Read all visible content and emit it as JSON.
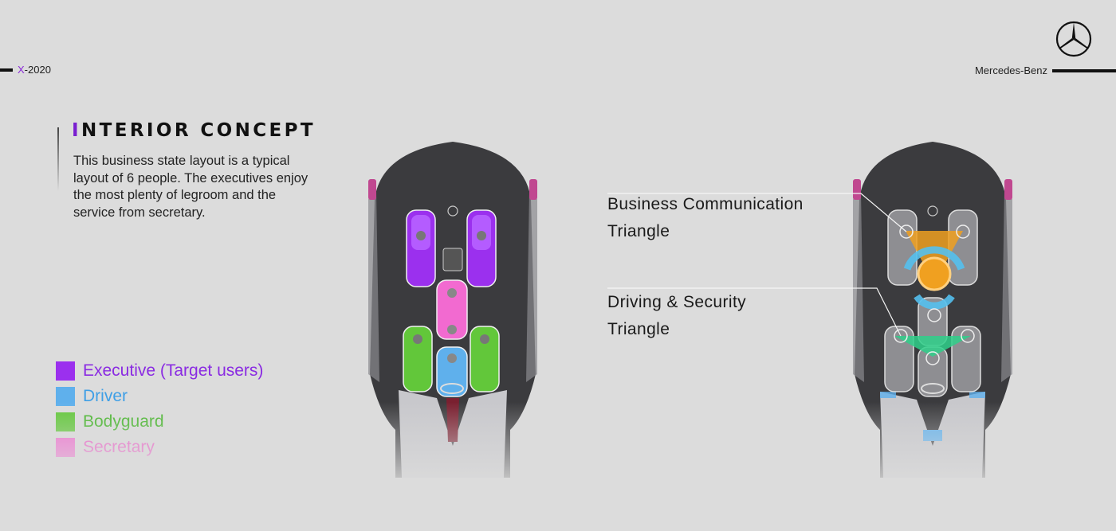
{
  "header": {
    "project_code_prefix": "X",
    "project_code_rest": "-2020",
    "brand": "Mercedes-Benz",
    "logo_icon": "mercedes-star-icon"
  },
  "intro": {
    "title_first": "I",
    "title_rest": "NTERIOR CONCEPT",
    "description": "This business state layout is a typical layout of 6 people. The executives enjoy the most plenty of legroom and the service from secretary."
  },
  "legend": [
    {
      "label": "Executive (Target users)",
      "color": "#9b30ee",
      "text_color": "#8a2be2"
    },
    {
      "label": "Driver",
      "color": "#5fb0ec",
      "text_color": "#3f9fe6"
    },
    {
      "label": "Bodyguard",
      "color": "#62c73a",
      "text_color": "#45b52a"
    },
    {
      "label": "Secretary",
      "color": "#f26ad0",
      "text_color": "#ee5cc8"
    }
  ],
  "callouts": [
    {
      "line1": "Business Communication",
      "line2": "Triangle"
    },
    {
      "line1": "Driving & Security",
      "line2": "Triangle"
    }
  ],
  "colors": {
    "background": "#dcdcdc",
    "car_body": "#3a3a3c",
    "business_triangle": "#f0a020",
    "security_triangle": "#2fd08a",
    "link_ring": "#54c0ee"
  }
}
